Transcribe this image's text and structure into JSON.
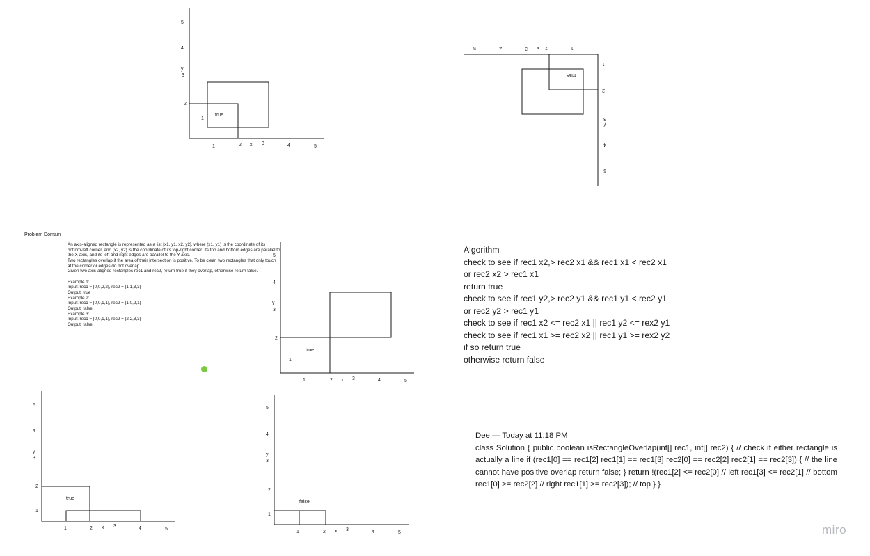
{
  "diagrams": {
    "top_left": {
      "y_ticks": [
        "5",
        "4",
        "3",
        "2"
      ],
      "y_label": "y",
      "x_ticks": [
        "1",
        "2",
        "3",
        "4",
        "5"
      ],
      "x_label": "x",
      "rect_label": "1",
      "result": "true"
    },
    "top_right": {
      "x_ticks": [
        "1",
        "2",
        "3",
        "4",
        "5"
      ],
      "x_label": "x",
      "y_ticks": [
        "1",
        "2",
        "3",
        "4",
        "5"
      ],
      "y_label": "y",
      "result": "true"
    },
    "middle": {
      "y_ticks": [
        "5",
        "4",
        "3",
        "2"
      ],
      "y_label": "y",
      "x_ticks": [
        "1",
        "2",
        "3",
        "4",
        "5"
      ],
      "x_label": "x",
      "rect_label": "1",
      "result": "true"
    },
    "bottom_left": {
      "y_ticks": [
        "5",
        "4",
        "3",
        "2",
        "1"
      ],
      "y_label": "y",
      "x_ticks": [
        "1",
        "2",
        "3",
        "4",
        "5"
      ],
      "x_label": "x",
      "result": "true"
    },
    "bottom_middle": {
      "y_ticks": [
        "5",
        "4",
        "3",
        "2",
        "1"
      ],
      "y_label": "y",
      "x_ticks": [
        "1",
        "2",
        "3",
        "4",
        "5"
      ],
      "x_label": "x",
      "result": "false"
    }
  },
  "problem": {
    "title": "Problem Domain",
    "paragraphs": [
      "An axis-aligned rectangle is represented as a list [x1, y1, x2, y2], where (x1, y1) is the coordinate of its bottom-left corner, and (x2, y2) is the coordinate of its top-right corner. Its top and bottom edges are parallel to the X-axis, and its left and right edges are parallel to the Y-axis.",
      "Two rectangles overlap if the area of their intersection is positive. To be clear, two rectangles that only touch at the corner or edges do not overlap.",
      "Given two axis-aligned rectangles rec1 and rec2, return true if they overlap, otherwise return false.",
      "",
      "Example 1:",
      "Input: rec1 = [0,0,2,2], rec2 = [1,1,3,3]",
      "Output: true",
      "Example 2:",
      "Input: rec1 = [0,0,1,1], rec2 = [1,0,2,1]",
      "Output: false",
      "Example 3:",
      "Input: rec1 = [0,0,1,1], rec2 = [2,2,3,3]",
      "Output: false"
    ]
  },
  "algorithm": {
    "title": "Algorithm",
    "lines": [
      "check to see if  rec1 x2,> rec2 x1 && rec1 x1 < rec2 x1",
      "or rec2 x2 > rec1 x1",
      "return true",
      "check to see if rec1 y2,> rec2 y1 && rec1 y1 < rec2 y1",
      "or rec2 y2 > rec1 y1",
      "check to see if rec1 x2 <= rec2 x1 || rec1 y2 <= rex2 y1",
      "check to see if  rec1 x1 >= rec2 x2 || rec1 y1 >= rex2 y2",
      "if so return true",
      "otherwise return false"
    ]
  },
  "message": {
    "author": "Dee — Today at 11:18 PM",
    "code": "class Solution { public boolean isRectangleOverlap(int[] rec1, int[] rec2) {         // check if either rectangle is actually a line         if (rec1[0] == rec1[2]  rec1[1] == rec1[3]             rec2[0] == rec2[2]  rec2[1] == rec2[3]) {            // the line cannot have positive overlap            return false;        }          return !(rec1[2] <= rec2[0]    // left                 rec1[3] <= rec2[1]    // bottom                 rec1[0] >= rec2[2]    // right                 rec1[1] >= rec2[3]);    // top     } }"
  },
  "watermark": "miro",
  "colors": {
    "stroke": "#1a1a1a",
    "cursor": "#7ac943",
    "watermark": "#b7b8bd"
  }
}
